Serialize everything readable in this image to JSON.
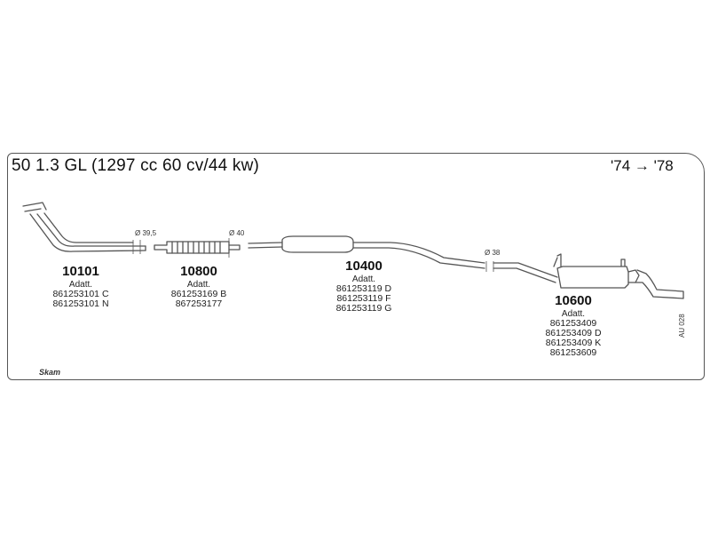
{
  "header": {
    "title": "50 1.3 GL (1297 cc 60 cv/44 kw)",
    "years": "'74 → '78"
  },
  "parts": [
    {
      "number": "10101",
      "adatt": "Adatt.",
      "oem": [
        "861253101 C",
        "861253101 N"
      ]
    },
    {
      "number": "10800",
      "adatt": "Adatt.",
      "oem": [
        "861253169 B",
        "867253177"
      ]
    },
    {
      "number": "10400",
      "adatt": "Adatt.",
      "oem": [
        "861253119 D",
        "861253119 F",
        "861253119 G"
      ]
    },
    {
      "number": "10600",
      "adatt": "Adatt.",
      "oem": [
        "861253409",
        "861253409 D",
        "861253409 K",
        "861253609"
      ]
    }
  ],
  "diameters": [
    "Ø 39,5",
    "Ø 40",
    "Ø 38"
  ],
  "footer": {
    "ref_code": "AU 028",
    "brand": "Skam"
  }
}
